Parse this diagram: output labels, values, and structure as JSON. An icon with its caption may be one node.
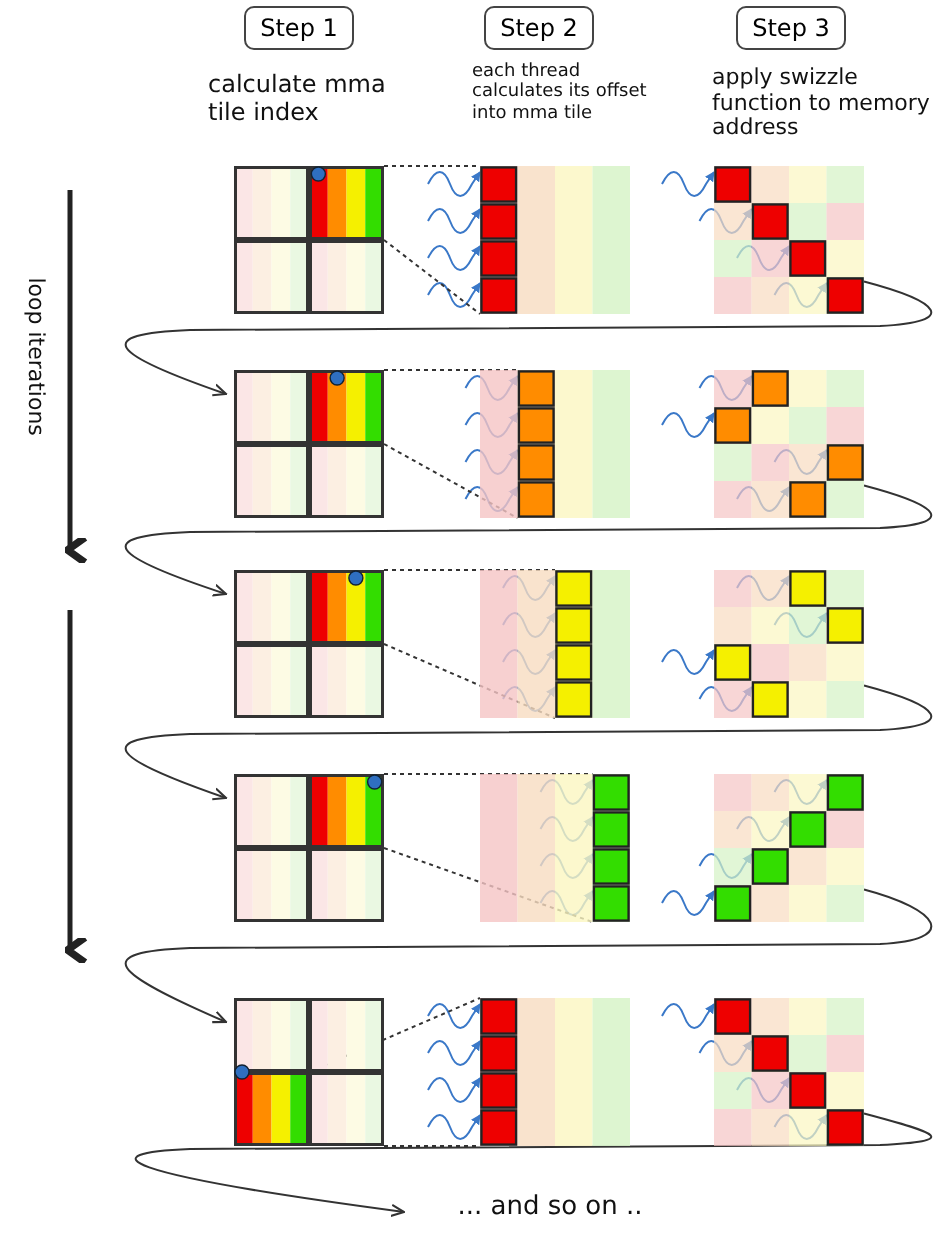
{
  "diagram": {
    "nodes": [
      {
        "text": [
          "Step 1"
        ]
      },
      {
        "text": [
          "Step 2"
        ]
      },
      {
        "text": [
          "Step 3"
        ]
      },
      {
        "text": [],
        "shape": "box"
      },
      {
        "text": [],
        "shape": "box"
      },
      {
        "text": [],
        "shape": "box"
      },
      {
        "text": [],
        "shape": "box"
      },
      {
        "text": [],
        "shape": "box"
      },
      {
        "text": [],
        "shape": "box"
      },
      {
        "text": [],
        "shape": "box"
      },
      {
        "text": [],
        "shape": "box"
      },
      {
        "text": [],
        "shape": "box"
      },
      {
        "text": [],
        "shape": "box"
      },
      {
        "text": [],
        "shape": "box"
      },
      {
        "text": [],
        "shape": "box"
      },
      {
        "text": [],
        "shape": "box"
      },
      {
        "text": [],
        "shape": "box"
      },
      {
        "text": [],
        "shape": "box"
      },
      {
        "text": [
          "... and so on .."
        ]
      }
    ],
    "edges": [
      {
        "from": 3,
        "to": 4,
        "arrow": "none",
        "style": "dashed"
      },
      {
        "from": 3,
        "to": 4,
        "arrow": "none",
        "style": "dashed"
      },
      {
        "from": 5,
        "to": 6,
        "arrow": "to"
      },
      {
        "from": 6,
        "to": 7,
        "arrow": "none",
        "style": "dashed"
      },
      {
        "from": 6,
        "to": 7,
        "arrow": "none",
        "style": "dashed"
      },
      {
        "from": 8,
        "to": 9,
        "arrow": "to"
      },
      {
        "from": 9,
        "to": 10,
        "arrow": "none",
        "style": "dashed"
      },
      {
        "from": 9,
        "to": 10,
        "arrow": "none",
        "style": "dashed"
      },
      {
        "from": 11,
        "to": 12,
        "arrow": "to"
      },
      {
        "from": 12,
        "to": 13,
        "arrow": "none",
        "style": "dashed"
      },
      {
        "from": 12,
        "to": 13,
        "arrow": "none",
        "style": "dashed"
      },
      {
        "from": 14,
        "to": 15,
        "arrow": "to"
      },
      {
        "from": 15,
        "to": 16,
        "arrow": "none",
        "style": "dashed"
      },
      {
        "from": 15,
        "to": 16,
        "arrow": "none",
        "style": "dashed"
      },
      {
        "from": 17,
        "to": 18,
        "arrow": "to"
      }
    ],
    "labels": [
      "calculate mma tile index",
      "each thread calculates its offset into mma tile",
      "apply swizzle function to memory address",
      "loop iterations"
    ]
  }
}
